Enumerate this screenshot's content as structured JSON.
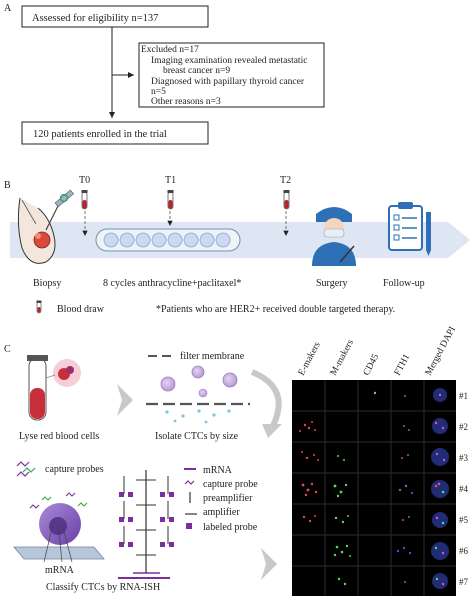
{
  "panel_a": {
    "letter": "A",
    "assessed": "Assessed for eligibility n=137",
    "excluded_title": "Excluded n=17",
    "excluded_lines": [
      "Imaging examination revealed metastatic",
      "breast cancer n=9",
      "Diagnosed with papillary thyroid cancer",
      "n=5",
      "Other reasons n=3"
    ],
    "enrolled": "120 patients enrolled in the trial"
  },
  "panel_b": {
    "letter": "B",
    "timepoints": [
      "T0",
      "T1",
      "T2"
    ],
    "stage_labels": [
      "Biopsy",
      "8 cycles anthracycline+paclitaxel*",
      "Surgery",
      "Follow-up"
    ],
    "blood_draw": "Blood draw",
    "footnote": "*Patients who are HER2+ received double targeted therapy."
  },
  "panel_c": {
    "letter": "C",
    "lyse_label": "Lyse red blood cells",
    "filter_label": "filter membrane",
    "isolate_label": "Isolate CTCs by size",
    "capture_label": "capture probes",
    "mrna_left_label": "mRNA",
    "legend": [
      "mRNA",
      "capture probe",
      "preamplifier",
      "amplifier",
      "labeled probe"
    ],
    "classify_label": "Classify CTCs by RNA-ISH",
    "grid_columns": [
      "E-makers",
      "M-makers",
      "CD45",
      "FTH1",
      "Merged DAPI"
    ],
    "grid_rows": [
      "#1",
      "#2",
      "#3",
      "#4",
      "#5",
      "#6",
      "#7"
    ]
  },
  "colors": {
    "timeline_band": "#dfe6f3",
    "cycle_cell": "#c9daf2",
    "blood_red": "#b5262b",
    "purple": "#7b2f9e",
    "green": "#3aa64a",
    "grid_bg": "#000000"
  }
}
